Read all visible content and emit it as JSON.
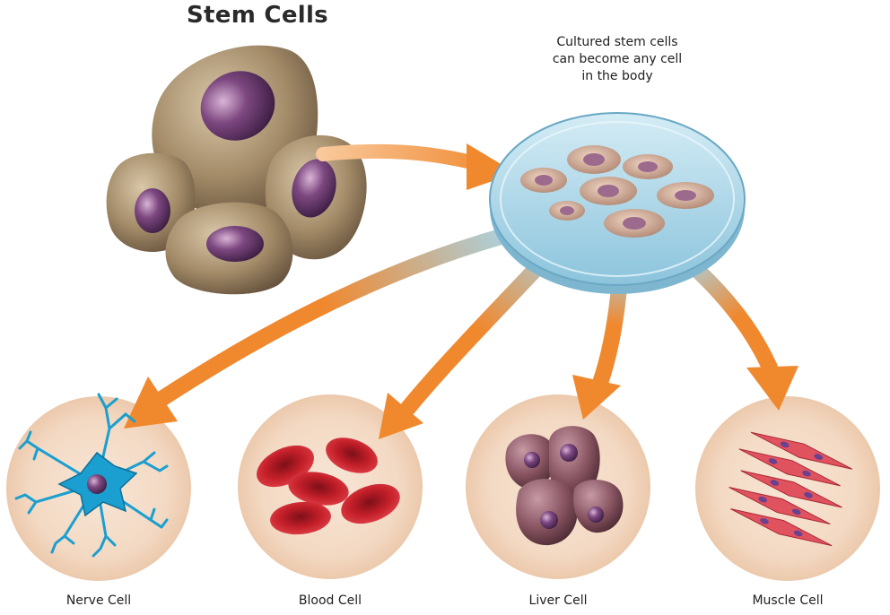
{
  "diagram": {
    "title": "Stem Cells",
    "caption_lines": [
      "Cultured stem cells",
      "can become any cell",
      "in the body"
    ],
    "cell_labels": {
      "nerve": "Nerve Cell",
      "blood": "Blood Cell",
      "liver": "Liver Cell",
      "muscle": "Muscle Cell"
    }
  },
  "colors": {
    "arrow": "#f0882e",
    "stem_cell_body": "#a08866",
    "stem_cell_nucleus": "#6e3a6e",
    "dish": "#a8d4e6",
    "circle_bg": "#f2d8c2",
    "nerve": "#1a9fd0",
    "blood": "#c8202a",
    "liver": "#8a5a66",
    "muscle": "#e0525e"
  }
}
